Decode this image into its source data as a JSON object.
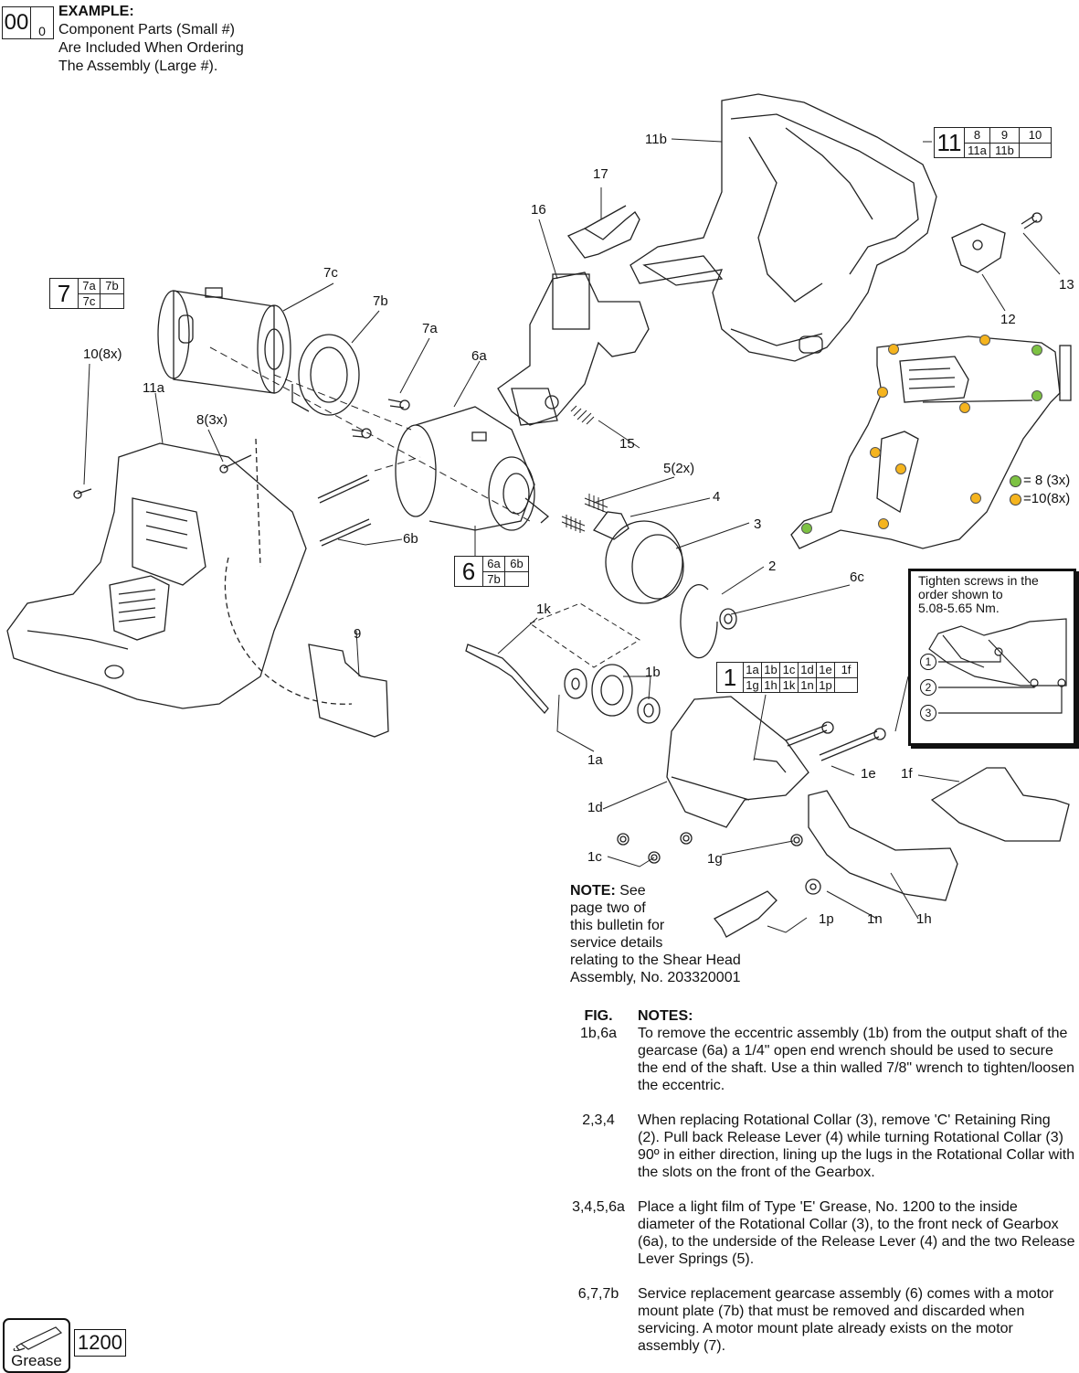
{
  "example_key": {
    "assembly": "00",
    "component": "0",
    "heading": "EXAMPLE:",
    "lines": [
      "Component Parts (Small #)",
      "Are Included When Ordering",
      "The Assembly (Large #)."
    ]
  },
  "assembly_keys": [
    {
      "id": "11",
      "rows": [
        [
          "8",
          "9",
          "10"
        ],
        [
          "11a",
          "11b",
          ""
        ]
      ]
    },
    {
      "id": "7",
      "rows": [
        [
          "7a",
          "7b"
        ],
        [
          "7c",
          ""
        ]
      ]
    },
    {
      "id": "6",
      "rows": [
        [
          "6a",
          "6b"
        ],
        [
          "7b",
          ""
        ]
      ]
    },
    {
      "id": "1",
      "rows": [
        [
          "1a",
          "1b",
          "1c",
          "1d",
          "1e",
          "1f"
        ],
        [
          "1g",
          "1h",
          "1k",
          "1n",
          "1p",
          ""
        ]
      ]
    }
  ],
  "callouts": {
    "c11b": "11b",
    "c17": "17",
    "c16": "16",
    "c13": "13",
    "c12": "12",
    "c7c": "7c",
    "c7b": "7b",
    "c7a": "7a",
    "c6a": "6a",
    "c10": "10(8x)",
    "c11a": "11a",
    "c8": "8(3x)",
    "c15": "15",
    "c5": "5(2x)",
    "c4": "4",
    "c6b": "6b",
    "c3": "3",
    "c2": "2",
    "c6c": "6c",
    "c9": "9",
    "c1k": "1k",
    "c1b": "1b",
    "c1a": "1a",
    "c1d": "1d",
    "c1e": "1e",
    "c1f": "1f",
    "c1c": "1c",
    "c1g": "1g",
    "c1p": "1p",
    "c1n": "1n",
    "c1h": "1h"
  },
  "screw_legend": [
    {
      "color": "#7dc242",
      "label": "= 8 (3x)"
    },
    {
      "color": "#f5b41e",
      "label": "=10(8x)"
    }
  ],
  "torque_inset": {
    "text": [
      "Tighten screws in the",
      "order shown to",
      "5.08-5.65 Nm."
    ],
    "steps": [
      "1",
      "2",
      "3"
    ]
  },
  "shear_note": {
    "label": "NOTE:",
    "lines": [
      " See",
      "page two of",
      "this bulletin for",
      "service details",
      "relating to the Shear Head",
      "Assembly, No. 203320001"
    ]
  },
  "notes_table": {
    "fig_header": "FIG.",
    "notes_header": "NOTES:",
    "rows": [
      {
        "fig": "1b,6a",
        "text": "To remove the eccentric assembly (1b) from the output shaft of the gearcase (6a) a 1/4\" open end wrench should be used to secure the end of the shaft. Use a thin walled 7/8\" wrench to tighten/loosen the eccentric."
      },
      {
        "fig": "2,3,4",
        "text": "When replacing Rotational Collar (3), remove 'C' Retaining Ring (2). Pull back Release Lever (4) while turning Rotational Collar (3) 90º in either direction, lining up the lugs in the Rotational Collar with the slots on the front of the Gearbox."
      },
      {
        "fig": "3,4,5,6a",
        "text": "Place a light film of Type 'E' Grease, No. 1200  to the inside diameter of the Rotational Collar (3), to the front neck of Gearbox (6a), to the underside of the Release Lever (4) and the two Release Lever Springs (5)."
      },
      {
        "fig": "6,7,7b",
        "text": "Service replacement gearcase assembly (6) comes with a motor mount plate (7b) that must be removed and discarded when servicing.  A motor mount plate already exists on the motor assembly (7)."
      }
    ]
  },
  "grease_badge": {
    "label": "Grease",
    "number": "1200"
  }
}
